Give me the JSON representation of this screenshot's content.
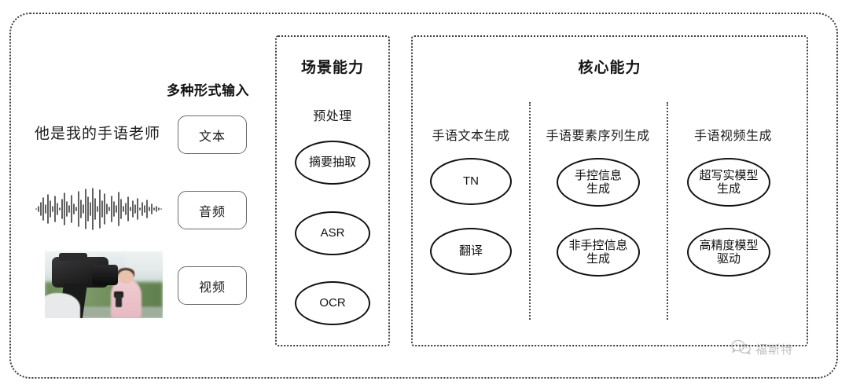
{
  "diagram": {
    "input_section": {
      "label": "多种形式输入",
      "sample_text": "他是我的手语老师",
      "waveform_alt": "audio-waveform",
      "video_alt": "camera-filming-reporter",
      "chips": [
        {
          "id": "text",
          "label": "文本"
        },
        {
          "id": "audio",
          "label": "音频"
        },
        {
          "id": "video",
          "label": "视频"
        }
      ]
    },
    "scene_panel": {
      "title": "场景能力",
      "group_title": "预处理",
      "nodes": [
        {
          "id": "summary-extraction",
          "label": "摘要抽取"
        },
        {
          "id": "asr",
          "label": "ASR"
        },
        {
          "id": "ocr",
          "label": "OCR"
        }
      ]
    },
    "core_panel": {
      "title": "核心能力",
      "columns": [
        {
          "id": "sign-text-generation",
          "title": "手语文本生成",
          "nodes": [
            {
              "id": "tn",
              "label": "TN"
            },
            {
              "id": "translation",
              "label": "翻译"
            }
          ]
        },
        {
          "id": "sign-element-sequence-generation",
          "title": "手语要素序列生成",
          "nodes": [
            {
              "id": "manual-info-generation",
              "label": "手控信息\n生成"
            },
            {
              "id": "non-manual-info-generation",
              "label": "非手控信息\n生成"
            }
          ]
        },
        {
          "id": "sign-video-generation",
          "title": "手语视频生成",
          "nodes": [
            {
              "id": "hyper-realistic-model-generation",
              "label": "超写实模型\n生成"
            },
            {
              "id": "high-precision-model-driving",
              "label": "高精度模型\n驱动"
            }
          ]
        }
      ]
    },
    "watermark": {
      "text": "福斯特",
      "icon": "wechat-icon"
    },
    "colors": {
      "border_dotted": "#3a3a3a",
      "node_stroke": "#111111",
      "chip_stroke": "#6a6a6a",
      "text": "#1b1b1b",
      "watermark": "#8d8d8d"
    }
  }
}
